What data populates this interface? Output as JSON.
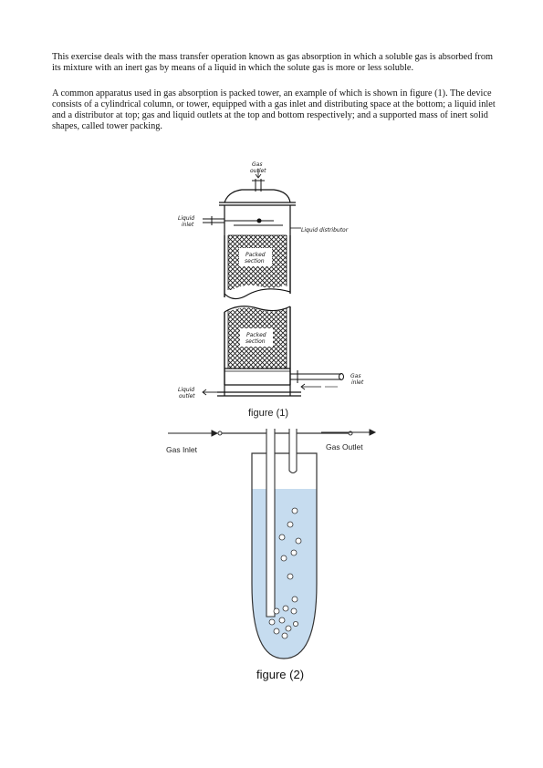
{
  "text": {
    "paragraph1": "This exercise deals with the mass transfer operation known as gas absorption in which a soluble gas is absorbed from its mixture with an inert gas by means of a liquid in which the solute gas is more or less soluble.",
    "paragraph2": "A common apparatus used in gas absorption is packed tower, an example of which is shown in figure (1). The device consists of a cylindrical column, or tower, equipped with a gas inlet and distributing space at the bottom; a liquid inlet and a distributor at top; gas and liquid outlets at the top and bottom respectively; and a supported mass of inert solid shapes, called tower packing."
  },
  "figure1": {
    "caption": "figure (1)",
    "labels": {
      "gas_outlet_line1": "Gas",
      "gas_outlet_line2": "outlet",
      "liquid_inlet_line1": "Liquid",
      "liquid_inlet_line2": "inlet",
      "liquid_distributor": "Liquid distributor",
      "packed_section_top_line1": "Packed",
      "packed_section_top_line2": "section",
      "packed_section_bottom_line1": "Packed",
      "packed_section_bottom_line2": "section",
      "liquid_outlet_line1": "Liquid",
      "liquid_outlet_line2": "outlet",
      "gas_inlet_line1": "Gas",
      "gas_inlet_line2": "inlet"
    }
  },
  "figure2": {
    "caption": "figure (2)",
    "labels": {
      "gas_inlet": "Gas Inlet",
      "gas_outlet": "Gas Outlet"
    },
    "liquid_color": "#c6dcef"
  }
}
